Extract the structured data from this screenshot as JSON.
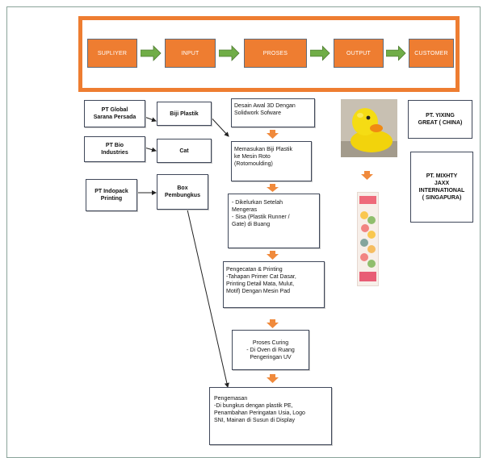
{
  "process_flow": {
    "steps": [
      "SUPLIYER",
      "INPUT",
      "PROSES",
      "OUTPUT",
      "CUSTOMER"
    ]
  },
  "suppliers": [
    {
      "name": "PT Global\nSarana Persada",
      "material": "Biji Plastik"
    },
    {
      "name": "PT Bio\nIndustries",
      "material": "Cat"
    },
    {
      "name": "PT Indopack\nPrinting",
      "material": "Box\nPembungkus"
    }
  ],
  "process_steps": [
    "Desain Awal 3D Dengan\nSolidwork Sofware",
    "Memasukan Biji Plastik\nke Mesin Roto\n(Rotomoulding)",
    "- Dikelurkan Setelah\nMengeras\n- Sisa (Plastik Runner /\nGate) di Buang",
    "Pengecatan & Printing\n-Tahapan Primer Cat Dasar,\nPrinting Detail Mata, Mulut,\nMotif) Dengan Mesin Pad",
    "Proses Curing\n- Di Oven di Ruang\nPengeringan UV",
    "Pengemasan\n-Di bungkus dengan plastik  PE,\nPenambahan Peringatan Usia, Logo\nSNI, Mainan di Susun di Display"
  ],
  "customers": [
    "PT. YIXING\nGREAT  ( CHINA)",
    "PT. MIXHTY\nJAXX\nINTERNATIONAL\n( SINGAPURA)"
  ],
  "images": {
    "duck": "rubber-duck-photo",
    "packaged": "packaged-toy-display-photo"
  },
  "colors": {
    "accent_orange": "#ee7d31",
    "arrow_green": "#70ad47",
    "arrow_orange": "#f08a3c",
    "box_border": "#40485a"
  }
}
